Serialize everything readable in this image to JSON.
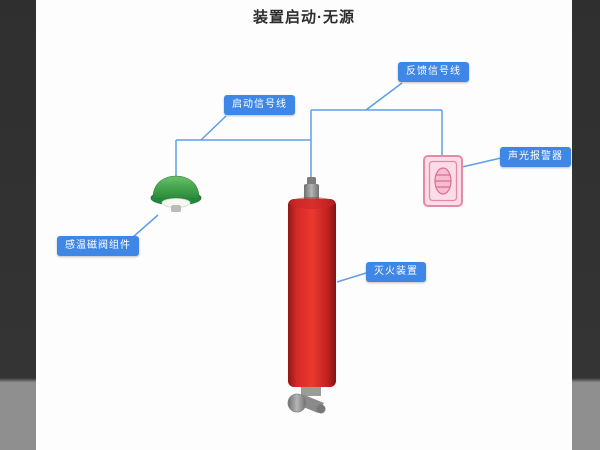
{
  "title": "装置启动·无源",
  "labels": {
    "start_signal": "启动信号线",
    "feedback_signal": "反馈信号线",
    "alarm": "声光报警器",
    "valve": "感温磁阀组件",
    "extinguisher": "灭火装置"
  },
  "colors": {
    "label_bg": "#3f87e6",
    "wire": "#5f9fe6",
    "cylinder_red": "#d8262b",
    "dome_green": "#3fa24b",
    "alarm_pink_fill": "#fbdde9",
    "alarm_pink_stroke": "#e58aa4",
    "letterbox": "#333333",
    "title_color": "#2d2d2d"
  }
}
